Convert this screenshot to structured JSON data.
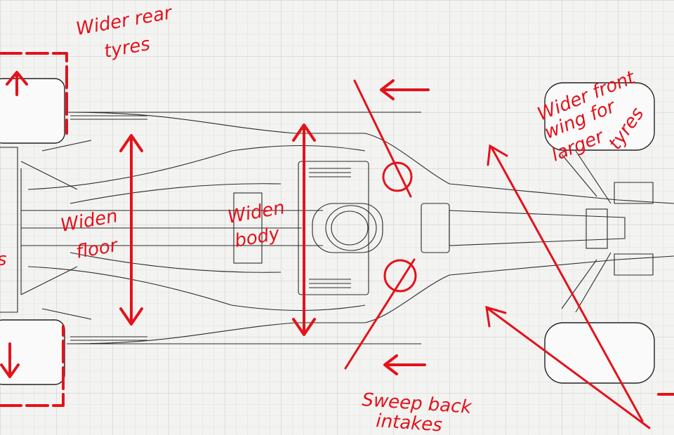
{
  "title": "F1 car top-view blueprint with red design annotations",
  "annotations": {
    "rear_tyres": [
      "Wider rear",
      "tyres"
    ],
    "floor": [
      "Widen",
      "floor"
    ],
    "body": [
      "Widen",
      "body"
    ],
    "front_wing": [
      "Wider front",
      "wing for",
      "larger",
      "tyres"
    ],
    "intakes": [
      "Sweep back",
      "intakes"
    ],
    "left_edge_fragment": "s"
  },
  "colors": {
    "annotation": "#e3121b",
    "linework": "#2a2a2a",
    "grid": "#dcdcdc",
    "paper": "#f3f3f1"
  }
}
